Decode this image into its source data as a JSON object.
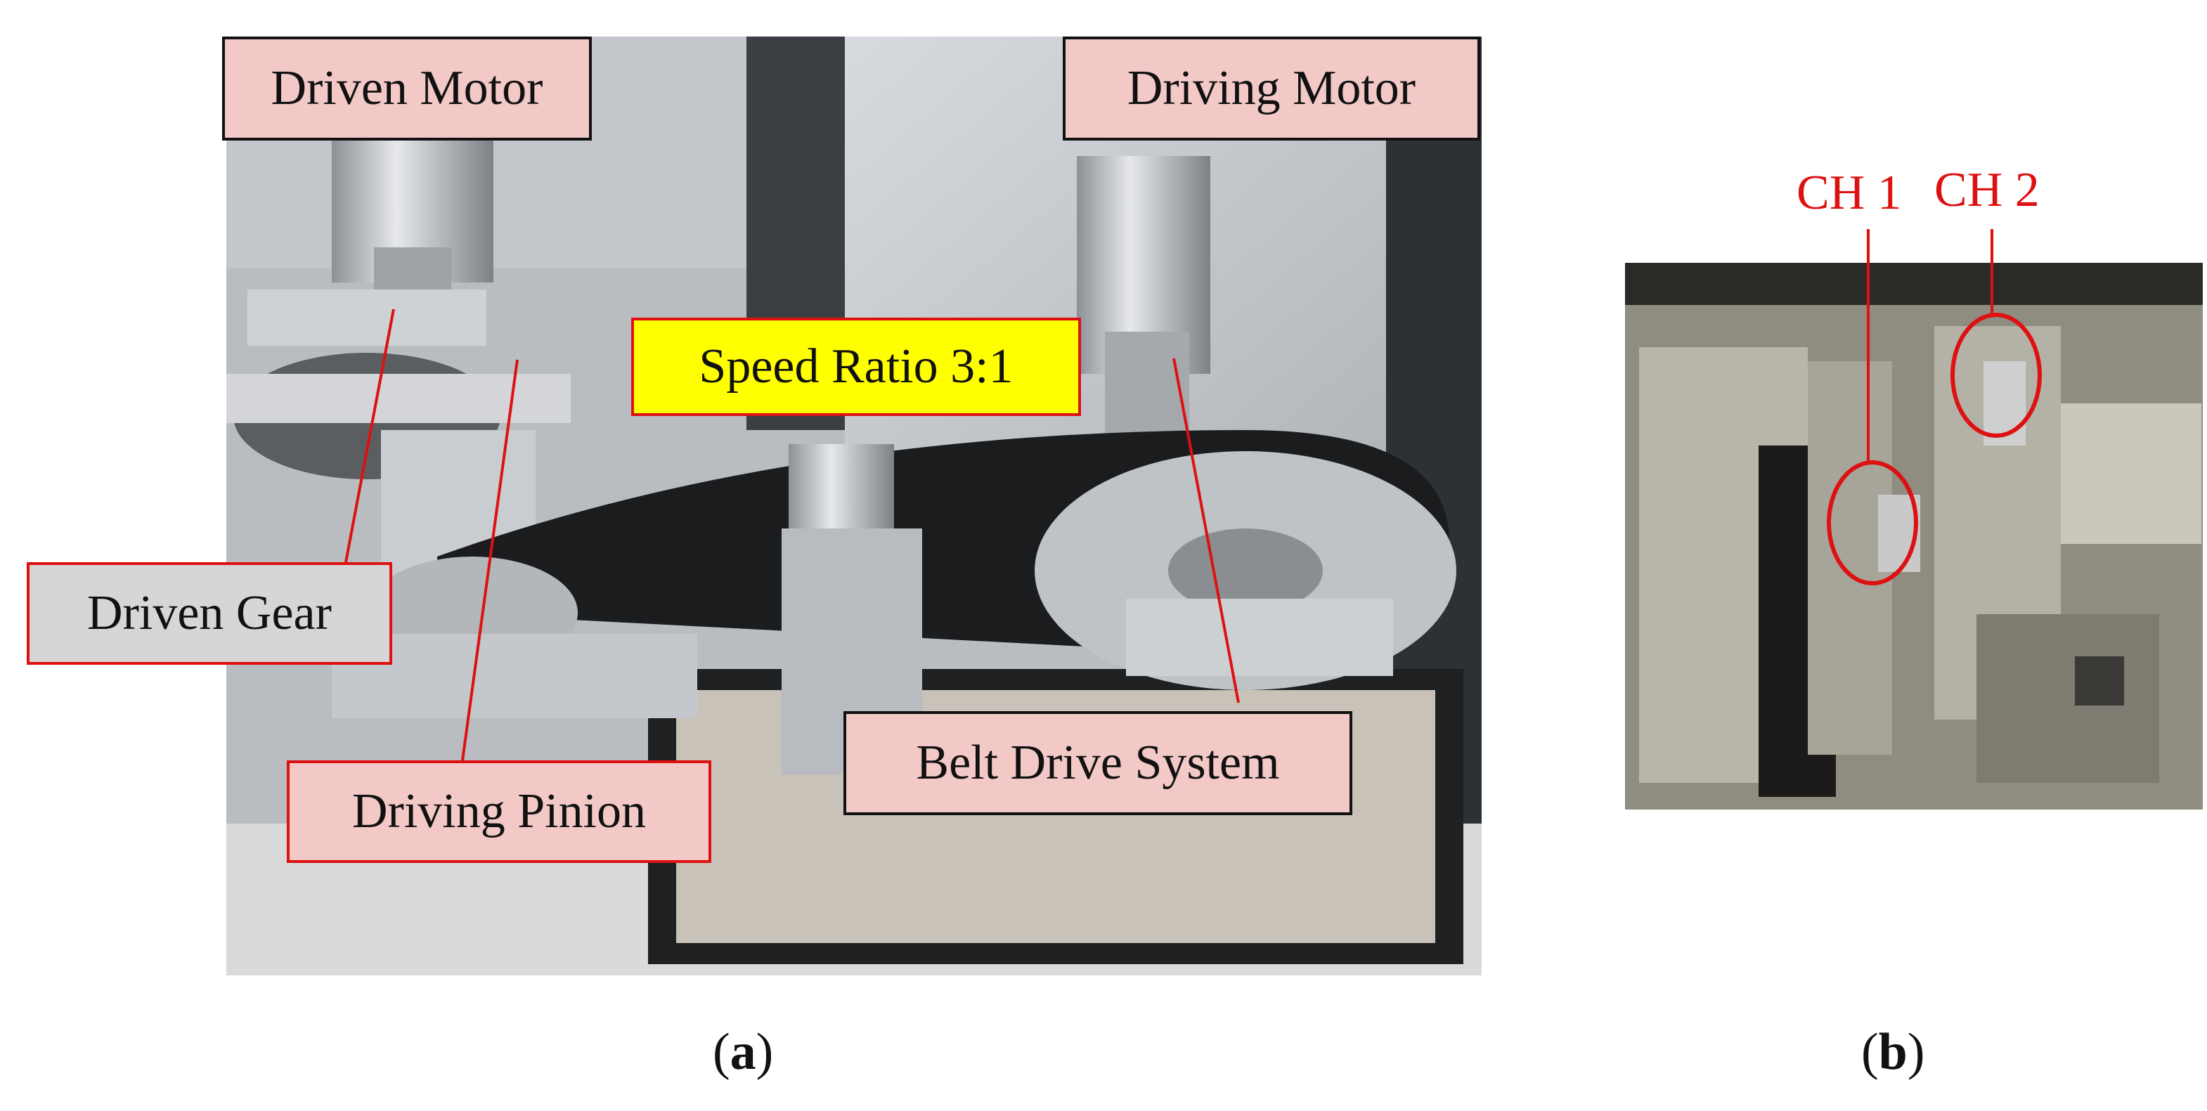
{
  "labels": {
    "driven_motor": "Driven Motor",
    "driving_motor": "Driving Motor",
    "speed_ratio": "Speed Ratio 3:1",
    "driven_gear": "Driven Gear",
    "driving_pinion": "Driving Pinion",
    "belt_drive_system": "Belt Drive System",
    "ch1": "CH 1",
    "ch2": "CH 2"
  },
  "captions": {
    "a": "a",
    "b": "b"
  },
  "colors": {
    "pink_label": "#f2c9c6",
    "grey_label": "#d6d6d6",
    "yellow_label": "#ffff00",
    "pointer_red": "#dd1111",
    "aluminum": "#c9ccd0"
  }
}
